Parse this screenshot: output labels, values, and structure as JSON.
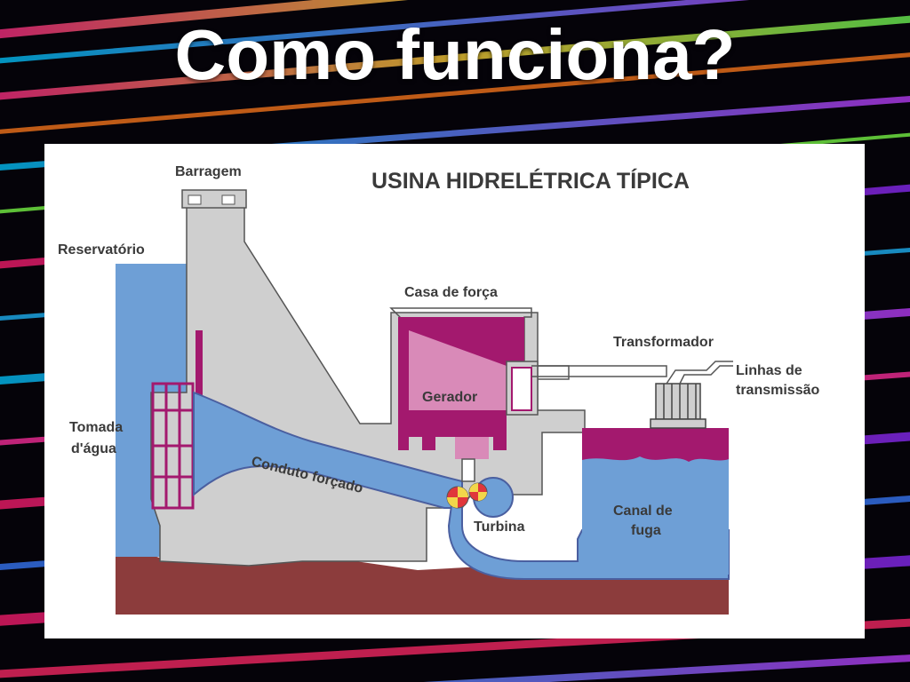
{
  "slide": {
    "title": "Como funciona?"
  },
  "diagram": {
    "heading": "USINA HIDRELÉTRICA TÍPICA",
    "labels": {
      "barragem": "Barragem",
      "reservatorio": "Reservatório",
      "casa_de_forca": "Casa de força",
      "transformador": "Transformador",
      "linhas_line1": "Linhas de",
      "linhas_line2": "transmissão",
      "gerador": "Gerador",
      "tomada_line1": "Tomada",
      "tomada_line2": "d'água",
      "conduto": "Conduto forçado",
      "turbina": "Turbina",
      "canal_line1": "Canal de",
      "canal_line2": "fuga"
    },
    "colors": {
      "water": "#6e9fd6",
      "concrete": "#cfcfcf",
      "ground": "#8c3c3c",
      "generator": "#a3196e",
      "generator_light": "#d98ab8",
      "turbine_red": "#e0363b",
      "turbine_yellow": "#f2d64a"
    }
  }
}
